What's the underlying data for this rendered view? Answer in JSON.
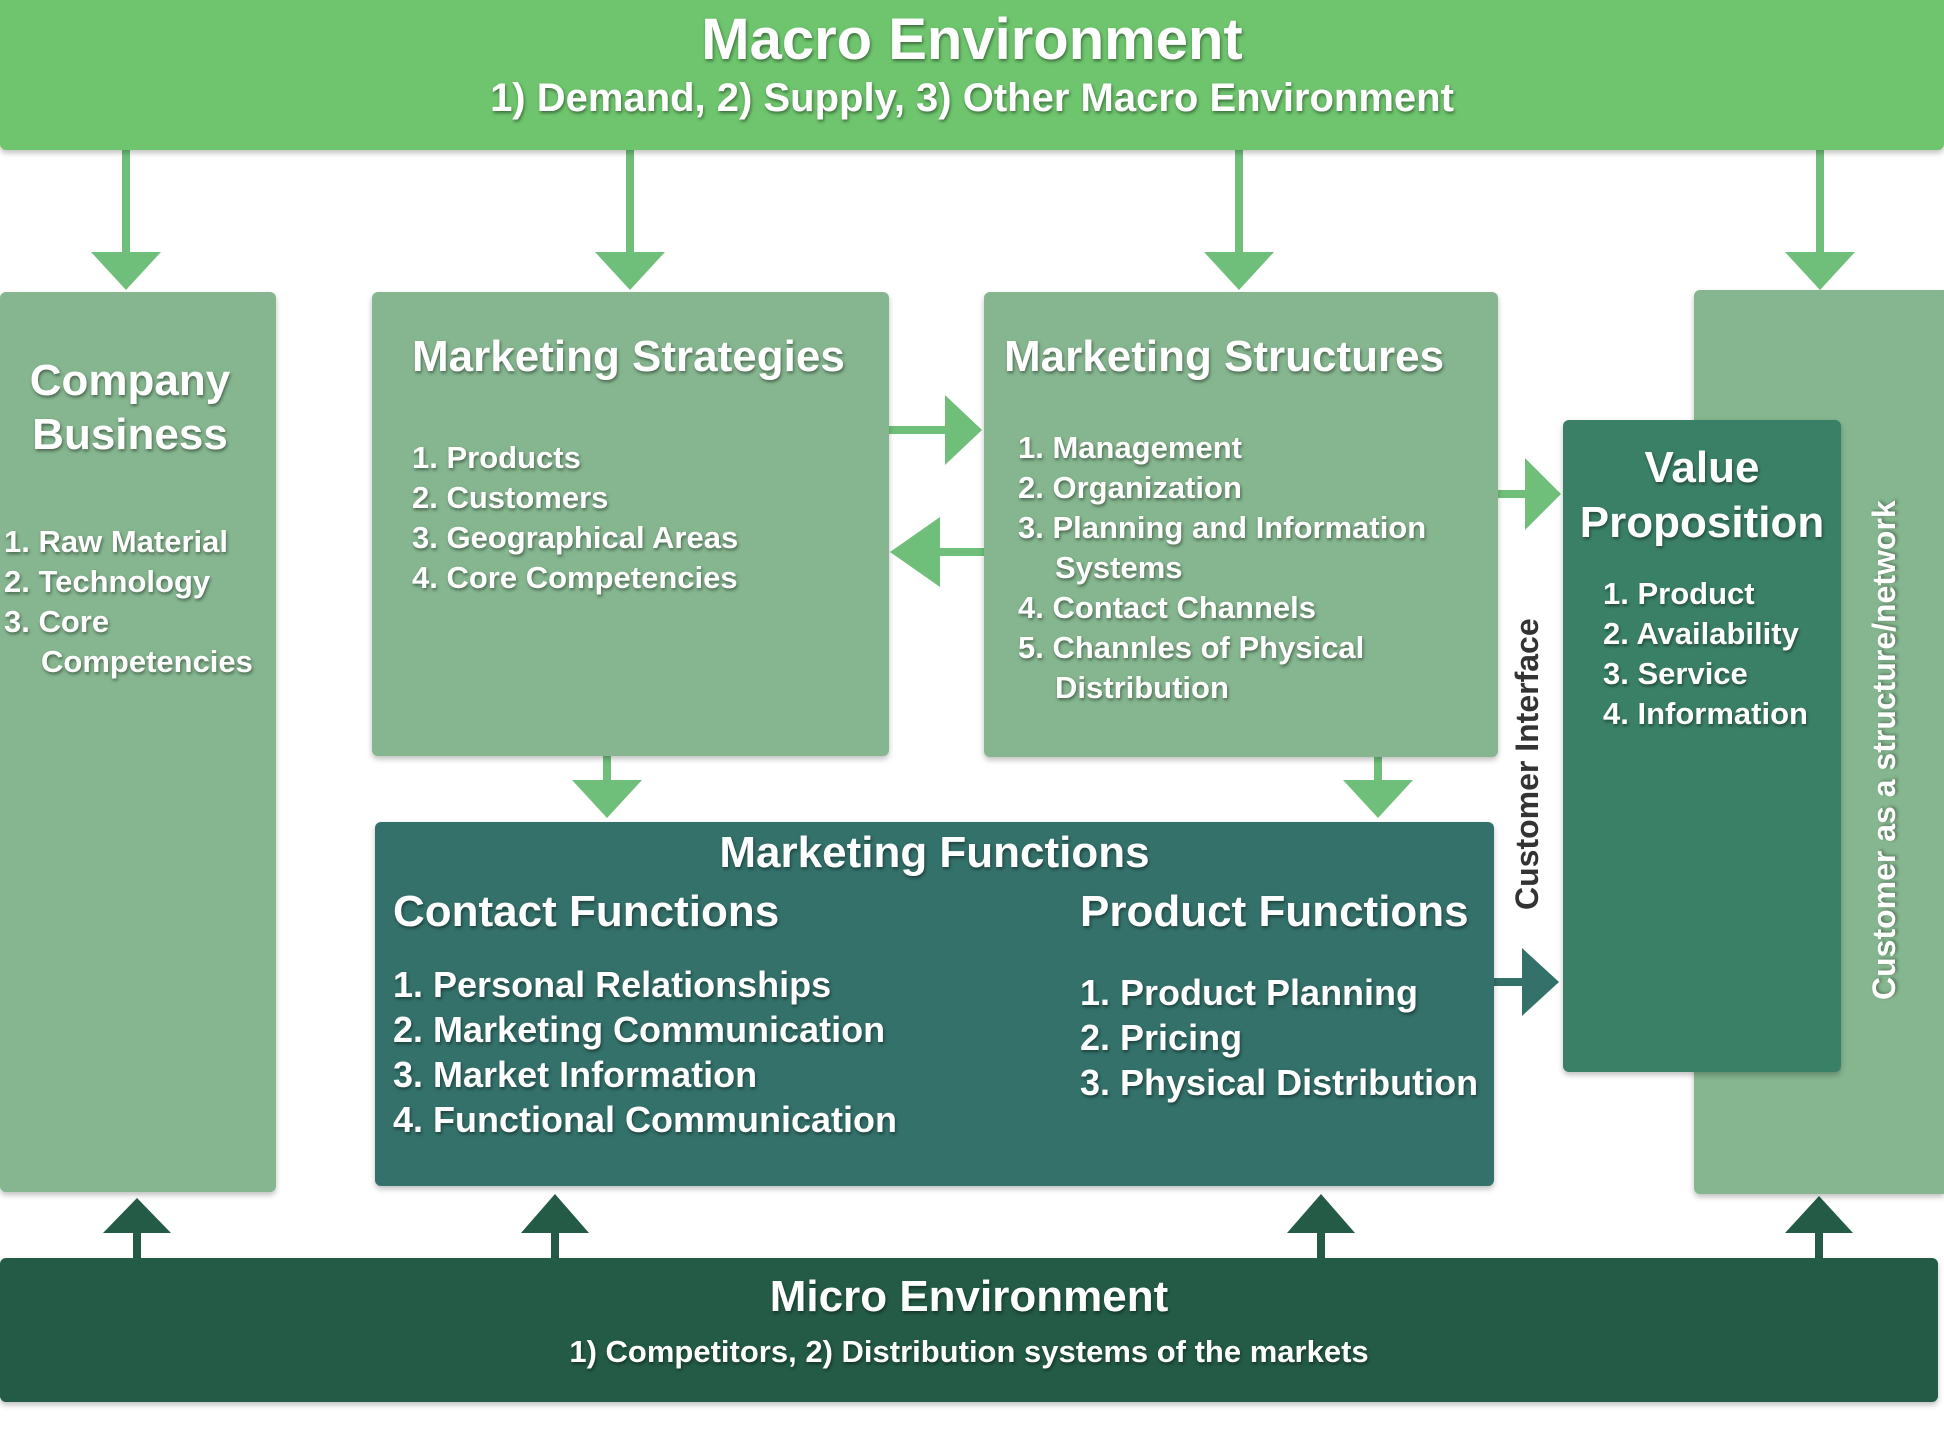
{
  "macro": {
    "title": "Macro Environment",
    "subtitle": "1) Demand, 2) Supply, 3) Other Macro Environment"
  },
  "company": {
    "title_line1": "Company",
    "title_line2": "Business",
    "items": [
      "1. Raw Material",
      "2. Technology",
      "3. Core",
      "Competencies"
    ]
  },
  "strategies": {
    "title": "Marketing Strategies",
    "items": [
      "1. Products",
      "2. Customers",
      "3. Geographical Areas",
      "4. Core Competencies"
    ]
  },
  "structures": {
    "title": "Marketing Structures",
    "items": [
      "1. Management",
      "2. Organization",
      "3. Planning and Information",
      "Systems",
      "4. Contact Channels",
      "5. Channles of Physical",
      "Distribution"
    ]
  },
  "value": {
    "title_line1": "Value",
    "title_line2": "Proposition",
    "items": [
      "1. Product",
      "2. Availability",
      "3. Service",
      "4. Information"
    ]
  },
  "functions": {
    "title": "Marketing Functions",
    "contact_title": "Contact Functions",
    "contact_items": [
      "1. Personal Relationships",
      "2. Marketing Communication",
      "3. Market Information",
      "4. Functional Communication"
    ],
    "product_title": "Product Functions",
    "product_items": [
      "1. Product Planning",
      "2. Pricing",
      "3. Physical Distribution"
    ]
  },
  "customer_interface": "Customer Interface",
  "customer_network": "Customer as a structure/network",
  "micro": {
    "title": "Micro Environment",
    "subtitle": "1) Competitors, 2) Distribution systems of the markets"
  },
  "colors": {
    "macro": "#6ec56d",
    "light_box": "#85b68f",
    "value_box": "#3a8067",
    "functions_box": "#33716a",
    "micro": "#235b46",
    "arrow_light": "#6fbf7a",
    "arrow_dark": "#235b46"
  }
}
